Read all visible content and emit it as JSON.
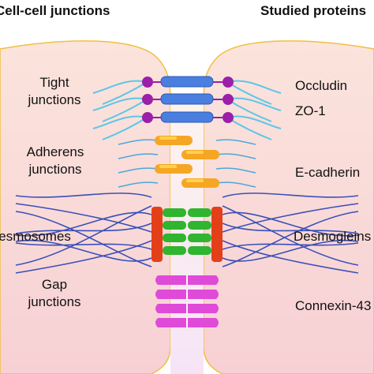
{
  "headers": {
    "left": "Cell-cell junctions",
    "right": "Studied proteins"
  },
  "junctions": [
    {
      "line1": "Tight",
      "line2": "junctions",
      "protein": "Occludin"
    },
    {
      "protein": "ZO-1"
    },
    {
      "line1": "Adherens",
      "line2": "junctions",
      "protein": "E-cadherin"
    },
    {
      "line1": "Desmosomes",
      "protein": "Desmogleins"
    },
    {
      "line1": "Gap",
      "line2": "junctions",
      "protein": "Connexin-43"
    }
  ],
  "colors": {
    "cell_fill": "#fbe3dc",
    "cell_border": "#f0c040",
    "gap_fill": "#f3e8ff",
    "tight_protein": "#4a7fe0",
    "tight_knob": "#9b1fa8",
    "tight_fiber": "#5ec6e6",
    "adherens_protein": "#f5a623",
    "adherens_highlight": "#ffd24a",
    "desmo_plate": "#e3401a",
    "desmo_protein": "#2fb52f",
    "desmo_fiber": "#3b4fb8",
    "gap_protein": "#e04ad8"
  }
}
